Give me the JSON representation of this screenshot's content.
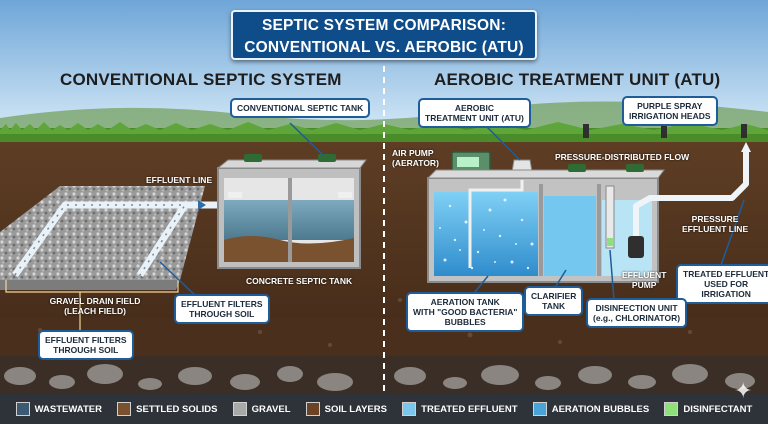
{
  "title": {
    "line1": "SEPTIC SYSTEM COMPARISON:",
    "line2": "CONVENTIONAL VS. AEROBIC (ATU)"
  },
  "sections": {
    "left": "CONVENTIONAL SEPTIC SYSTEM",
    "right": "AEROBIC TREATMENT UNIT (ATU)"
  },
  "callouts": {
    "conventional_tank": "CONVENTIONAL SEPTIC TANK",
    "effluent_line": "EFFLUENT LINE",
    "concrete_tank": "CONCRETE SEPTIC TANK",
    "gravel_field_1": "GRAVEL DRAIN FIELD",
    "gravel_field_2": "(LEACH FIELD)",
    "filters_soil_a_1": "EFFLUENT FILTERS",
    "filters_soil_a_2": "THROUGH SOIL",
    "filters_soil_b_1": "EFFLUENT FILTERS",
    "filters_soil_b_2": "THROUGH SOIL",
    "atu_1": "AEROBIC",
    "atu_2": "TREATMENT UNIT (ATU)",
    "air_pump_1": "AIR PUMP",
    "air_pump_2": "(AERATOR)",
    "pressure_flow": "PRESSURE-DISTRIBUTED FLOW",
    "spray_heads_1": "PURPLE SPRAY",
    "spray_heads_2": "IRRIGATION HEADS",
    "pressure_line_1": "PRESSURE",
    "pressure_line_2": "EFFLUENT LINE",
    "effluent_pump_1": "EFFLUENT",
    "effluent_pump_2": "PUMP",
    "treated_irrigation_1": "TREATED EFFLUENT",
    "treated_irrigation_2": "USED FOR",
    "treated_irrigation_3": "IRRIGATION",
    "aeration_tank_1": "AERATION TANK",
    "aeration_tank_2": "WITH \"GOOD BACTERIA\"",
    "aeration_tank_3": "BUBBLES",
    "clarifier_1": "CLARIFIER",
    "clarifier_2": "TANK",
    "disinfection_1": "DISINFECTION UNIT",
    "disinfection_2": "(e.g., CHLORINATOR)"
  },
  "legend": [
    {
      "label": "WASTEWATER",
      "color": "#3d5a73"
    },
    {
      "label": "SETTLED SOLIDS",
      "color": "#7a5230"
    },
    {
      "label": "GRAVEL",
      "color": "#a9a9a9"
    },
    {
      "label": "SOIL LAYERS",
      "color": "#6b4426"
    },
    {
      "label": "TREATED EFFLUENT",
      "color": "#7cc6ea"
    },
    {
      "label": "AERATION BUBBLES",
      "color": "#4aa3d6"
    },
    {
      "label": "DISINFECTANT",
      "color": "#8fe07a"
    }
  ],
  "colors": {
    "banner": "#0f4c8a",
    "callout_border": "#1f5d99",
    "soil": "#5a3a22",
    "sky_top": "#7fb3e0",
    "grass": "#4a8c2a",
    "atu_water": "#58b4e6",
    "conventional_water": "#5e8aa0"
  }
}
